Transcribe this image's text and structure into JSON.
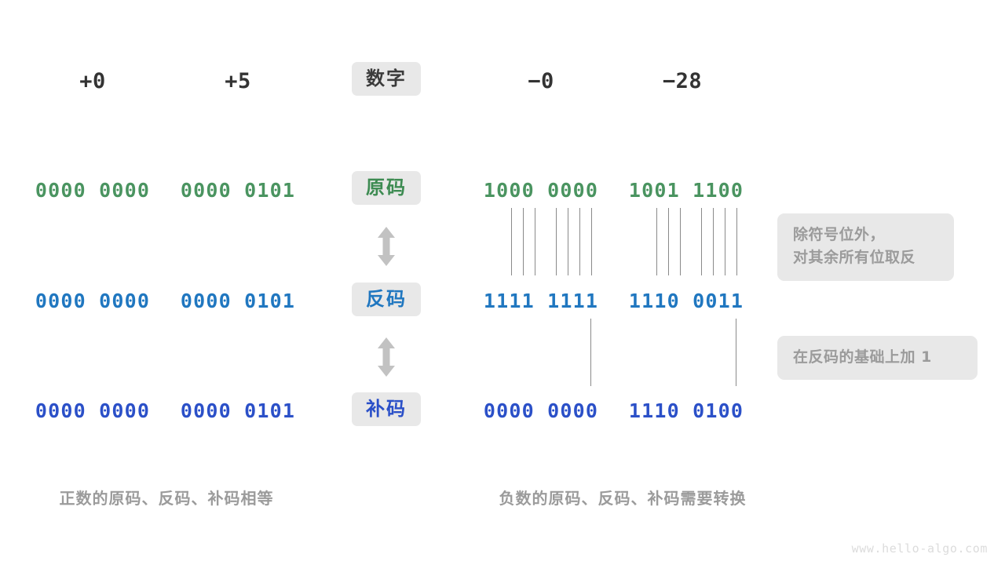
{
  "meta": {
    "title": "原码、反码、补码对照图",
    "watermark": "www.hello-algo.com",
    "colors": {
      "background": "#ffffff",
      "badge_bg": "#e8e8e8",
      "header_text": "#333333",
      "green": "#4a9460",
      "blue": "#2077c0",
      "indigo": "#2b50c8",
      "muted": "#9b9b9b",
      "line": "#8a8a8a",
      "arrow": "#c2c2c2"
    }
  },
  "header": {
    "row_label": "数字",
    "columns": [
      {
        "value": "+0"
      },
      {
        "value": "+5"
      },
      {
        "value": "−0"
      },
      {
        "value": "−28"
      }
    ]
  },
  "rows": [
    {
      "label": "原码",
      "label_color": "green",
      "bits_color": "green",
      "values": [
        "0000 0000",
        "0000 0101",
        "1000 0000",
        "1001 1100"
      ]
    },
    {
      "label": "反码",
      "label_color": "blue",
      "bits_color": "blue",
      "values": [
        "0000 0000",
        "0000 0101",
        "1111 1111",
        "1110 0011"
      ]
    },
    {
      "label": "补码",
      "label_color": "indigo",
      "bits_color": "indigo",
      "values": [
        "0000 0000",
        "0000 0101",
        "0000 0000",
        "1110 0100"
      ]
    }
  ],
  "arrows": [
    {
      "name": "arrow-yuanma-fanma",
      "direction": "both"
    },
    {
      "name": "arrow-fanma-buma",
      "direction": "both"
    }
  ],
  "notes": [
    {
      "text": "除符号位外，\n对其余所有位取反"
    },
    {
      "text": "在反码的基础上加 1"
    }
  ],
  "captions": [
    {
      "text": "正数的原码、反码、补码相等"
    },
    {
      "text": "负数的原码、反码、补码需要转换"
    }
  ]
}
